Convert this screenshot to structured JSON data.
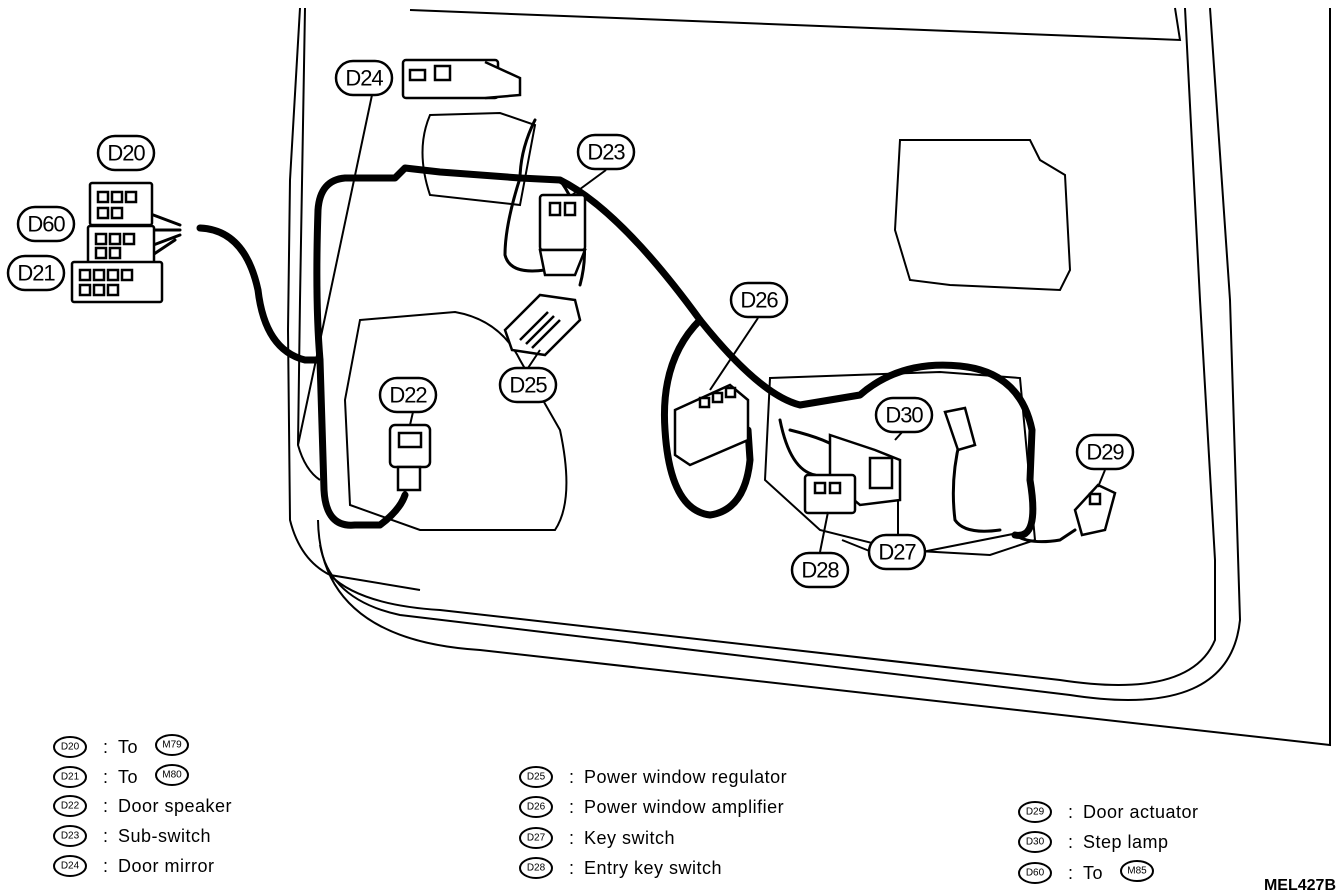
{
  "callouts": [
    {
      "id": "d24",
      "text": "D24"
    },
    {
      "id": "d20",
      "text": "D20"
    },
    {
      "id": "d60",
      "text": "D60"
    },
    {
      "id": "d21",
      "text": "D21"
    },
    {
      "id": "d23",
      "text": "D23"
    },
    {
      "id": "d22",
      "text": "D22"
    },
    {
      "id": "d25",
      "text": "D25"
    },
    {
      "id": "d26",
      "text": "D26"
    },
    {
      "id": "d30",
      "text": "D30"
    },
    {
      "id": "d29",
      "text": "D29"
    },
    {
      "id": "d28",
      "text": "D28"
    },
    {
      "id": "d27",
      "text": "D27"
    }
  ],
  "legend": [
    {
      "code": "D20",
      "sep": ":",
      "text": "To",
      "ref": "M79"
    },
    {
      "code": "D21",
      "sep": ":",
      "text": "To",
      "ref": "M80"
    },
    {
      "code": "D22",
      "sep": ":",
      "text": "Door speaker",
      "ref": ""
    },
    {
      "code": "D23",
      "sep": ":",
      "text": "Sub-switch",
      "ref": ""
    },
    {
      "code": "D24",
      "sep": ":",
      "text": "Door mirror",
      "ref": ""
    },
    {
      "code": "D25",
      "sep": ":",
      "text": "Power window regulator",
      "ref": ""
    },
    {
      "code": "D26",
      "sep": ":",
      "text": "Power window amplifier",
      "ref": ""
    },
    {
      "code": "D27",
      "sep": ":",
      "text": "Key switch",
      "ref": ""
    },
    {
      "code": "D28",
      "sep": ":",
      "text": "Entry key switch",
      "ref": ""
    },
    {
      "code": "D29",
      "sep": ":",
      "text": "Door actuator",
      "ref": ""
    },
    {
      "code": "D30",
      "sep": ":",
      "text": "Step lamp",
      "ref": ""
    },
    {
      "code": "D60",
      "sep": ":",
      "text": "To",
      "ref": "M85"
    }
  ],
  "figure_ref": "MEL427B"
}
